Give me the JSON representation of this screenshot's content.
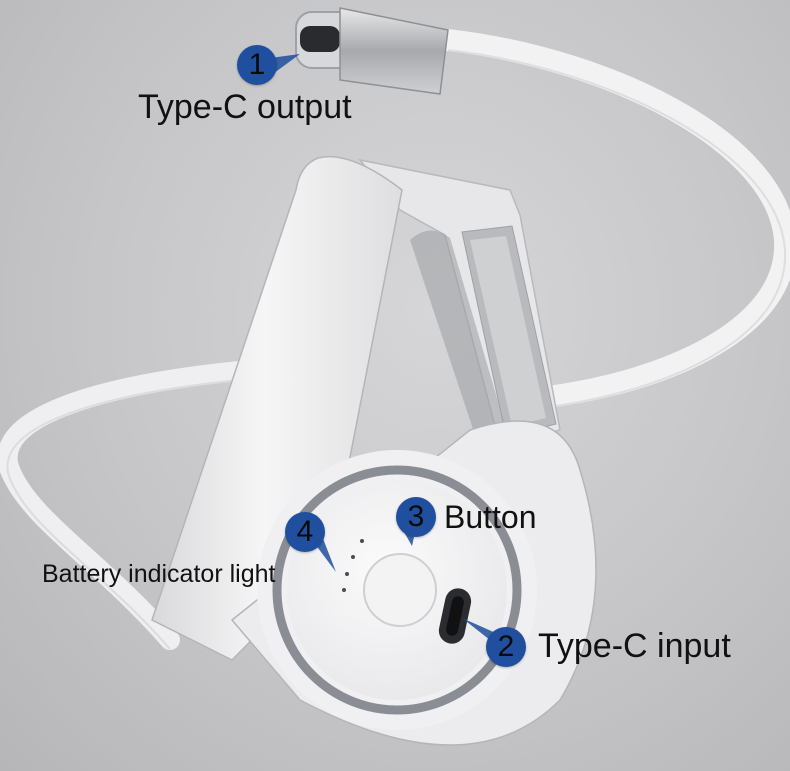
{
  "callouts": [
    {
      "number": "1",
      "text": "Type-C output"
    },
    {
      "number": "2",
      "text": "Type-C input"
    },
    {
      "number": "3",
      "text": "Button"
    },
    {
      "number": "4",
      "text": "Battery indicator light"
    }
  ],
  "colors": {
    "marker_fill": "#1f4f9e",
    "device_body": "#f1f1f2",
    "ring": "#8a8e94",
    "background": "#c9c9cb"
  },
  "icons": [
    "usb-c-plug-icon",
    "usb-c-port-icon",
    "power-button-icon",
    "indicator-dots-icon"
  ]
}
